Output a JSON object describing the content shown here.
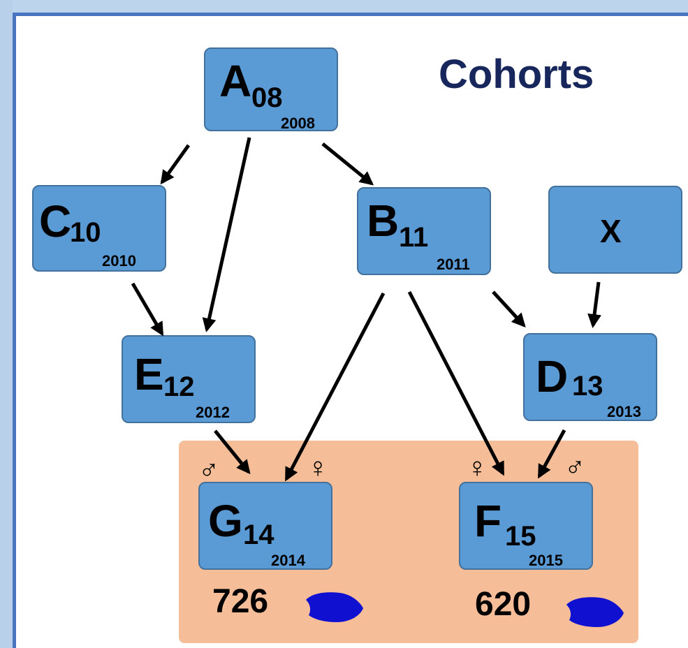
{
  "title": "Cohorts",
  "nodes": {
    "A": {
      "letter": "A",
      "sub": "08",
      "year": "2008"
    },
    "C": {
      "letter": "C",
      "sub": "10",
      "year": "2010"
    },
    "B": {
      "letter": "B",
      "sub": "11",
      "year": "2011"
    },
    "X": {
      "letter": "X"
    },
    "E": {
      "letter": "E",
      "sub": "12",
      "year": "2012"
    },
    "D": {
      "letter": "D",
      "sub": "13",
      "year": "2013"
    },
    "G": {
      "letter": "G",
      "sub": "14",
      "year": "2014"
    },
    "F": {
      "letter": "F",
      "sub": "15",
      "year": "2015"
    }
  },
  "edges": [
    [
      "A",
      "C"
    ],
    [
      "A",
      "E"
    ],
    [
      "A",
      "B"
    ],
    [
      "C",
      "E"
    ],
    [
      "B",
      "G"
    ],
    [
      "B",
      "F"
    ],
    [
      "B",
      "D"
    ],
    [
      "X",
      "D"
    ],
    [
      "E",
      "G"
    ],
    [
      "D",
      "F"
    ]
  ],
  "symbols": {
    "male": "♂",
    "female": "♀"
  },
  "counts": {
    "G": "726",
    "F": "620"
  },
  "colors": {
    "node_fill": "#5b9bd5",
    "node_border": "#41719c",
    "title": "#17275c",
    "highlight": "#f5bd98",
    "fish": "#1010d0",
    "frame": "#4a73c0"
  },
  "icons": {
    "fish": "fish-icon"
  }
}
